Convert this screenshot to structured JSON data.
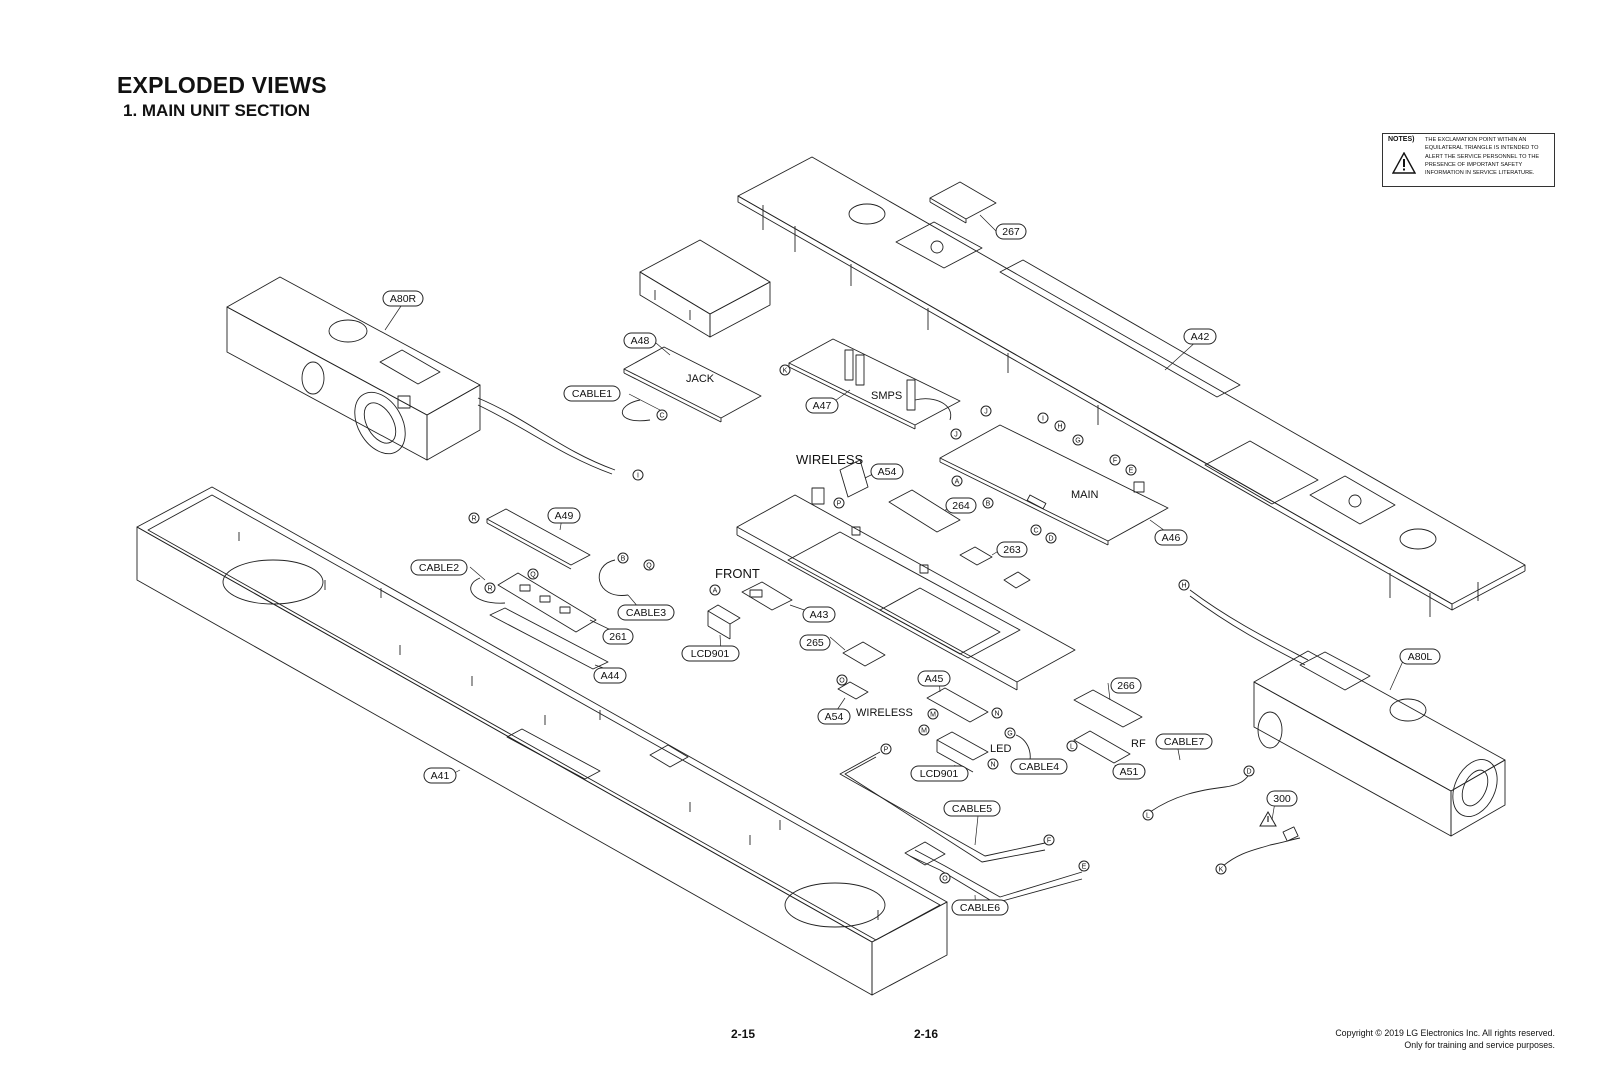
{
  "header": {
    "title": "EXPLODED VIEWS",
    "subtitle": "1. MAIN UNIT SECTION"
  },
  "notes": {
    "heading": "NOTES)",
    "text": "THE EXCLAMATION POINT WITHIN AN EQUILATERAL TRIANGLE IS INTENDED TO ALERT THE SERVICE PERSONNEL TO THE PRESENCE OF IMPORTANT SAFETY INFORMATION IN SERVICE LITERATURE."
  },
  "labels": {
    "jack": "JACK",
    "smps": "SMPS",
    "main": "MAIN",
    "wireless_top": "WIRELESS",
    "front": "FRONT",
    "wireless_bottom": "WIRELESS",
    "led": "LED",
    "rf": "RF"
  },
  "tags": {
    "t267": "267",
    "a80r": "A80R",
    "a48": "A48",
    "cable1": "CABLE1",
    "a47": "A47",
    "a42": "A42",
    "a54_top": "A54",
    "a49": "A49",
    "t264": "264",
    "a46": "A46",
    "t263": "263",
    "cable2": "CABLE2",
    "cable3": "CABLE3",
    "t261": "261",
    "a43": "A43",
    "lcd901_left": "LCD901",
    "t265": "265",
    "a44": "A44",
    "a45": "A45",
    "t266": "266",
    "a80l": "A80L",
    "a54_bottom": "A54",
    "cable7": "CABLE7",
    "cable4": "CABLE4",
    "a51": "A51",
    "lcd901_right": "LCD901",
    "a41": "A41",
    "t300": "300",
    "cable5": "CABLE5",
    "cable6": "CABLE6"
  },
  "pins": {
    "k1": "K",
    "j1": "J",
    "j2": "J",
    "i1": "I",
    "h1": "H",
    "g1": "G",
    "f1": "F",
    "e1": "E",
    "a1": "A",
    "b1": "B",
    "c1": "C",
    "d1": "D",
    "c2": "C",
    "i2": "I",
    "r1": "R",
    "q1": "Q",
    "b2": "B",
    "q2": "Q",
    "r2": "R",
    "a2": "A",
    "p1": "P",
    "o1": "O",
    "m1": "M",
    "n1": "N",
    "m2": "M",
    "g2": "G",
    "n2": "N",
    "l1": "L",
    "p2": "P",
    "f2": "F",
    "e2": "E",
    "o2": "O",
    "h2": "H",
    "d2": "D",
    "l2": "L",
    "k2": "K"
  },
  "footer": {
    "page_left": "2-15",
    "page_right": "2-16",
    "copyright_line1": "Copyright © 2019 LG Electronics Inc. All rights reserved.",
    "copyright_line2": "Only for training and service purposes."
  }
}
